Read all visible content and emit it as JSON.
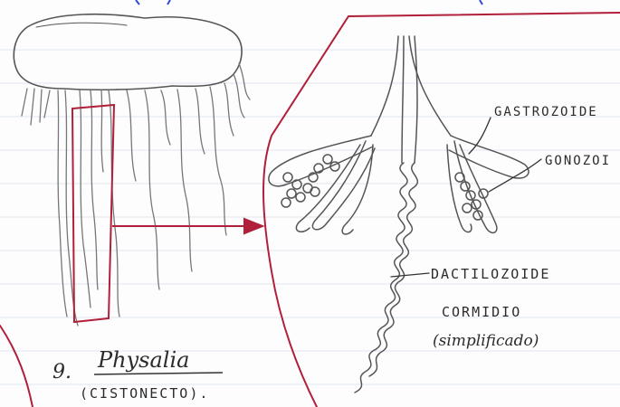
{
  "figure_number": "9.",
  "species_name": "Physalia",
  "species_group": "(CISTONECTO).",
  "labels": {
    "gastrozoide": "GASTROZOIDE",
    "gonozoide": "GONOZOI",
    "dactilozoide": "DACTILOZOIDE",
    "cormidio": "CORMIDIO",
    "cormidio_note": "(simplificado)"
  },
  "colors": {
    "ink": "#555555",
    "highlight": "#b0203a",
    "notebook_rule": "#dfe6ef"
  }
}
